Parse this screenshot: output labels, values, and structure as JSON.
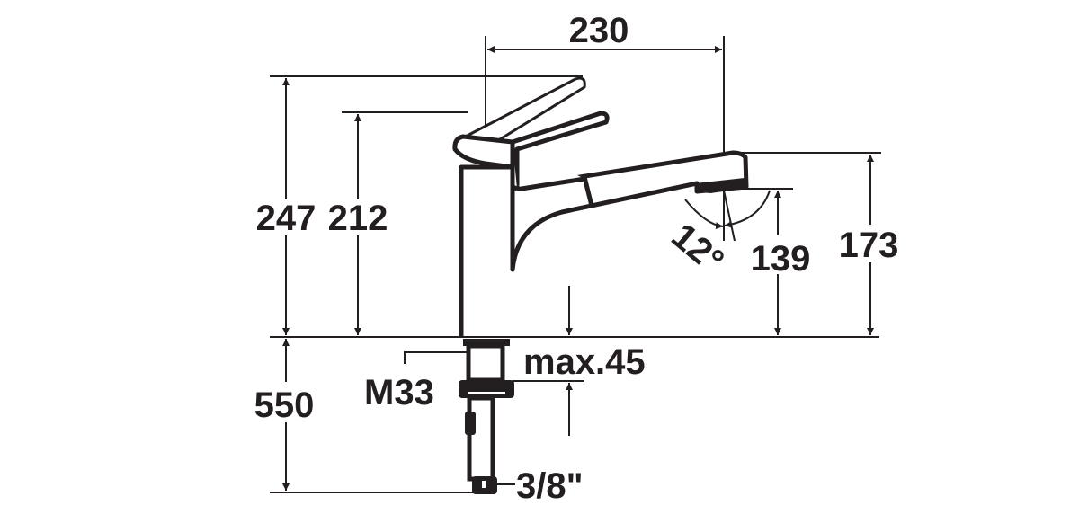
{
  "drawing": {
    "title": "Pull-out faucet dimension drawing",
    "dimensions": {
      "width_spout": "230",
      "height_raised_lever": "247",
      "height_lever": "212",
      "height_spout_top": "173",
      "height_spout_outlet": "139",
      "below_deck": "550",
      "max_deck_thickness": "max.45",
      "thread": "M33",
      "connection": "3/8\"",
      "spray_angle": "12°"
    },
    "colors": {
      "ink": "#231f20",
      "background": "#ffffff"
    }
  }
}
